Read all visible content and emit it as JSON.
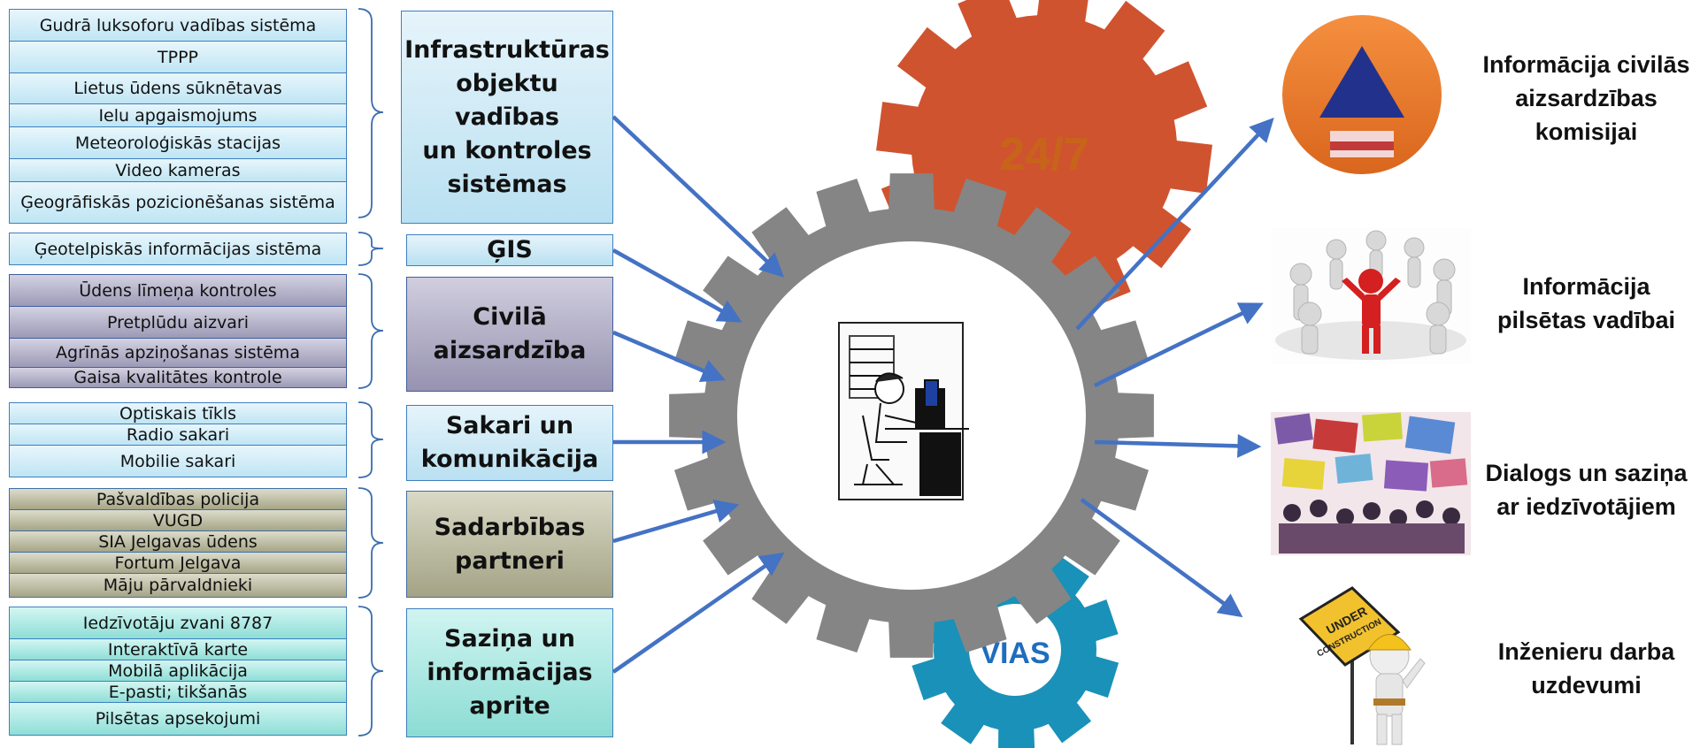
{
  "groups": [
    {
      "category": [
        "Infrastruktūras",
        "objektu vadības",
        "un kontroles",
        "sistēmas"
      ],
      "items": [
        "Gudrā luksoforu vadības sistēma",
        "TPPP",
        "Lietus ūdens sūknētavas",
        "Ielu apgaismojums",
        "Meteoroloģiskās stacijas",
        "Video kameras",
        "Ģeogrāfiskās pozicionēšanas sistēma"
      ]
    },
    {
      "category": [
        "ĢIS"
      ],
      "items": [
        "Ģeotelpiskās informācijas sistēma"
      ]
    },
    {
      "category": [
        "Civilā",
        "aizsardzība"
      ],
      "items": [
        "Ūdens līmeņa kontroles",
        "Pretplūdu aizvari",
        "Agrīnās apziņošanas sistēma",
        "Gaisa kvalitātes kontrole"
      ]
    },
    {
      "category": [
        "Sakari un",
        "komunikācija"
      ],
      "items": [
        "Optiskais tīkls",
        "Radio sakari",
        "Mobilie sakari"
      ]
    },
    {
      "category": [
        "Sadarbības",
        "partneri"
      ],
      "items": [
        "Pašvaldības policija",
        "VUGD",
        "SIA Jelgavas ūdens",
        "Fortum Jelgava",
        "Māju pārvaldnieki"
      ]
    },
    {
      "category": [
        "Saziņa un",
        "informācijas",
        "aprite"
      ],
      "items": [
        "Iedzīvotāju zvani 8787",
        "Interaktīvā karte",
        "Mobilā aplikācija",
        "E-pasti; tikšanās",
        "Pilsētas apsekojumi"
      ]
    }
  ],
  "gears": {
    "top_label": "24/7",
    "bottom_label": "VIAS",
    "top_color": "#d0532f",
    "center_color": "#858585",
    "bottom_color": "#1a91b8"
  },
  "outputs": [
    {
      "lines": [
        "Informācija civilās",
        "aizsardzības",
        "komisijai"
      ],
      "icon": "civil-defense-icon"
    },
    {
      "lines": [
        "Informācija",
        "pilsētas vadībai"
      ],
      "icon": "people-circle-icon"
    },
    {
      "lines": [
        "Dialogs un saziņa",
        "ar iedzīvotājiem"
      ],
      "icon": "protest-crowd-icon"
    },
    {
      "lines": [
        "Inženieru darba",
        "uzdevumi"
      ],
      "icon": "under-construction-icon"
    }
  ],
  "construction_sign": [
    "UNDER",
    "CONSTRUCTION"
  ],
  "arrow_color": "#4472c4"
}
